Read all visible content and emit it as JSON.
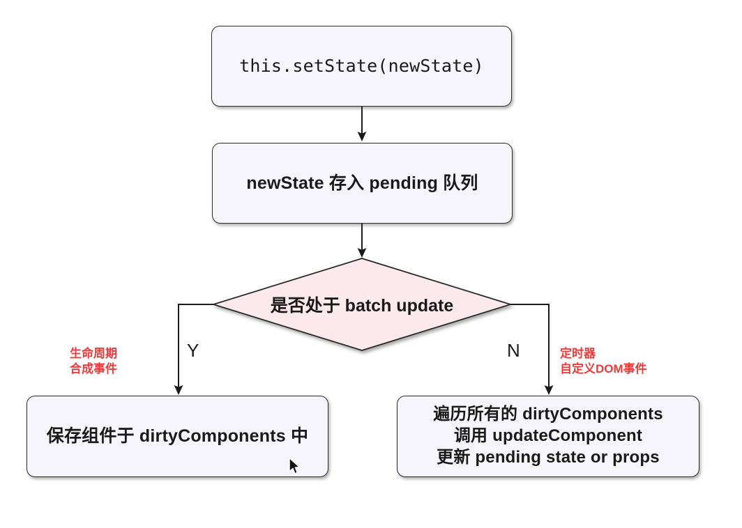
{
  "diagram": {
    "title": "React setState batch update flow",
    "colors": {
      "box_fill": "#f6f5fb",
      "box_stroke": "#2b2b2b",
      "diamond_fill": "#fbe9ee",
      "diamond_stroke": "#2b2b2b",
      "annotation_red": "#ef3b3b",
      "text": "#1a1a1a",
      "background": "#ffffff"
    },
    "nodes": {
      "setstate": {
        "label": "this.setState(newState)",
        "shape": "rounded-rect"
      },
      "pending": {
        "label": "newState 存入 pending 队列",
        "shape": "rounded-rect"
      },
      "decision": {
        "label": "是否处于 batch update",
        "shape": "diamond"
      },
      "dirty_save": {
        "label": "保存组件于 dirtyComponents 中",
        "shape": "rounded-rect"
      },
      "traverse": {
        "shape": "rounded-rect",
        "lines": [
          "遍历所有的 dirtyComponents",
          "调用 updateComponent",
          "更新 pending state or props"
        ],
        "label": "遍历所有的 dirtyComponents\n调用 updateComponent\n更新 pending state or props"
      }
    },
    "branch_labels": {
      "yes": "Y",
      "no": "N"
    },
    "annotations": {
      "left": "生命周期\n合成事件",
      "right": "定时器\n自定义DOM事件"
    },
    "watermark": ""
  }
}
